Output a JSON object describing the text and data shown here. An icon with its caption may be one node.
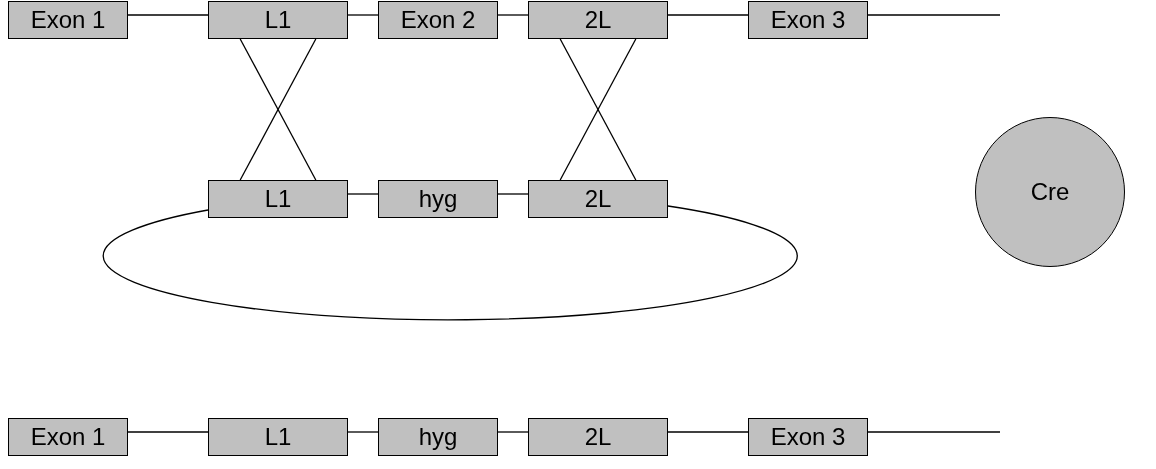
{
  "diagram": {
    "nodes": [
      {
        "text": [
          "Exon 1"
        ]
      },
      {
        "text": [
          "L1"
        ]
      },
      {
        "text": [
          "Exon 2"
        ]
      },
      {
        "text": [
          "2L"
        ]
      },
      {
        "text": [
          "Exon 3"
        ]
      },
      {
        "text": [
          "L1"
        ]
      },
      {
        "text": [
          "hyg"
        ]
      },
      {
        "text": [
          "2L"
        ]
      },
      {
        "text": [
          "Cre"
        ]
      },
      {
        "text": [
          "Exon 1"
        ]
      },
      {
        "text": [
          "L1"
        ]
      },
      {
        "text": [
          "hyg"
        ]
      },
      {
        "text": [
          "2L"
        ]
      },
      {
        "text": [
          "Exon 3"
        ]
      }
    ],
    "edges": [
      {
        "from": 0,
        "to": 1,
        "arrow": "none"
      },
      {
        "from": 1,
        "to": 2,
        "arrow": "none"
      },
      {
        "from": 2,
        "to": 3,
        "arrow": "none"
      },
      {
        "from": 3,
        "to": 4,
        "arrow": "none"
      },
      {
        "from": 4,
        "to": null,
        "arrow": "none"
      },
      {
        "from": 1,
        "to": 5,
        "arrow": "none"
      },
      {
        "from": 1,
        "to": 5,
        "arrow": "none"
      },
      {
        "from": 3,
        "to": 7,
        "arrow": "none"
      },
      {
        "from": 3,
        "to": 7,
        "arrow": "none"
      },
      {
        "from": 5,
        "to": 6,
        "arrow": "none"
      },
      {
        "from": 6,
        "to": 7,
        "arrow": "none"
      },
      {
        "from": 7,
        "to": 5,
        "arrow": "none"
      },
      {
        "from": 9,
        "to": 10,
        "arrow": "none"
      },
      {
        "from": 10,
        "to": 11,
        "arrow": "none"
      },
      {
        "from": 11,
        "to": 12,
        "arrow": "none"
      },
      {
        "from": 12,
        "to": 13,
        "arrow": "none"
      },
      {
        "from": 13,
        "to": null,
        "arrow": "none"
      }
    ]
  }
}
